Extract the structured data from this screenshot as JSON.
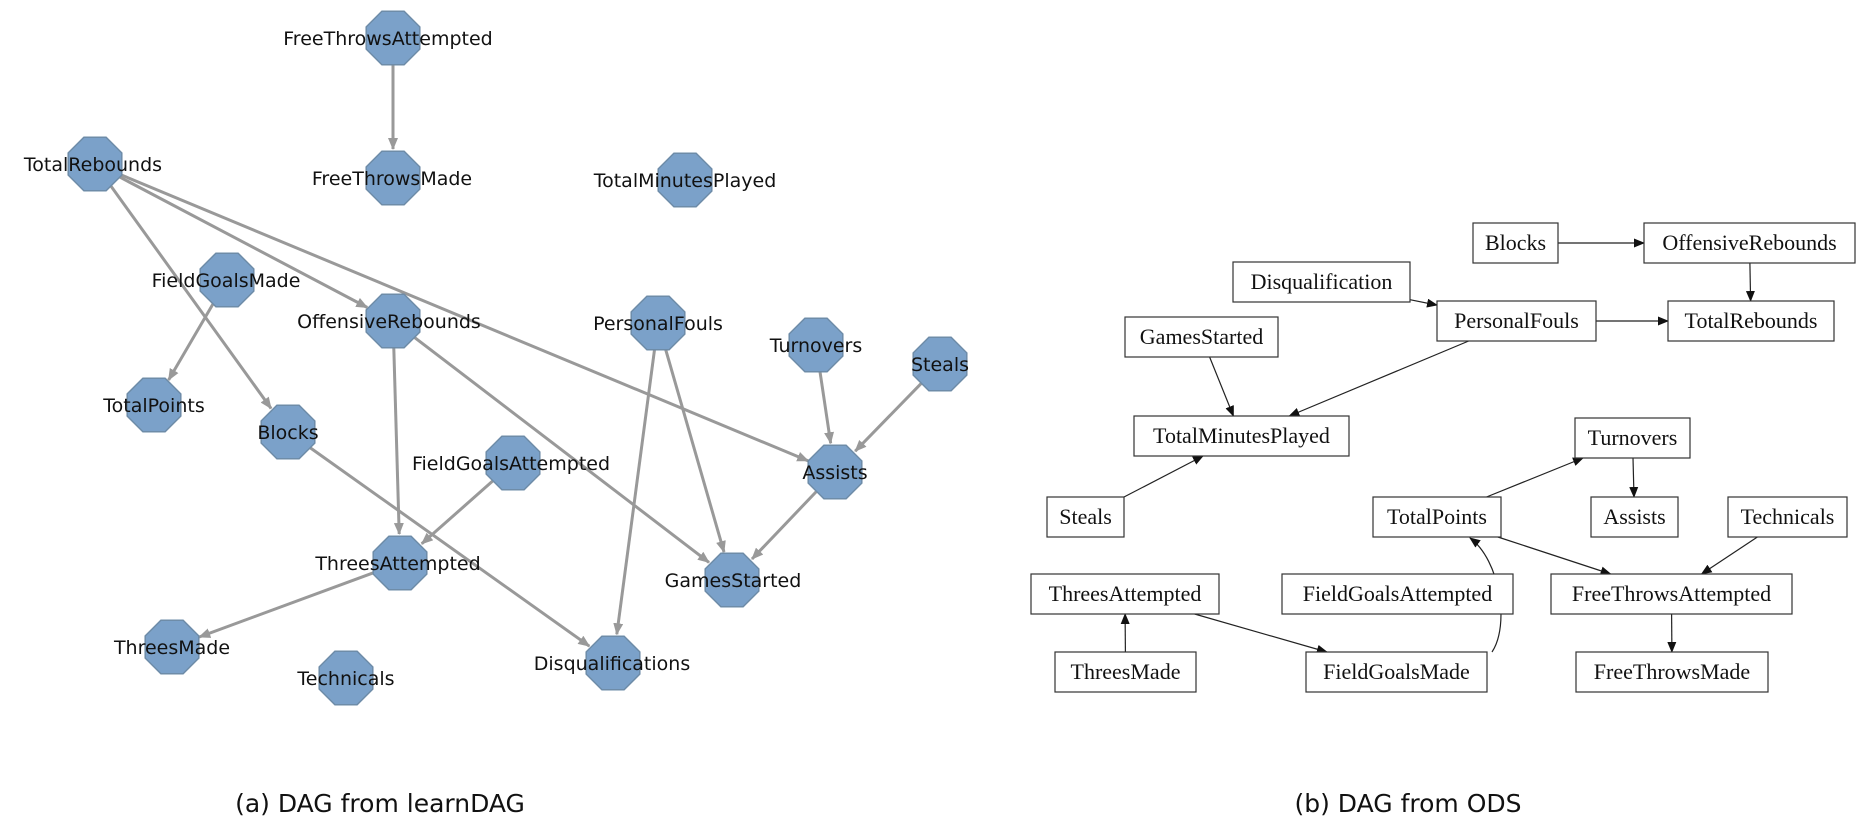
{
  "colors": {
    "node_fill": "#7ba1c9",
    "node_stroke": "#6e8ca8",
    "edge_a": "#999999",
    "edge_b": "#222222",
    "box_stroke": "#333333"
  },
  "icons": {
    "node_a": "octagon",
    "node_b": "rectangle",
    "arrow": "arrowhead"
  },
  "panel_a": {
    "caption": "(a) DAG from learnDAG",
    "nodes": [
      {
        "id": "FreeThrowsAttempted",
        "label": "FreeThrowsAttempted"
      },
      {
        "id": "FreeThrowsMade",
        "label": "FreeThrowsMade"
      },
      {
        "id": "TotalMinutesPlayed",
        "label": "TotalMinutesPlayed"
      },
      {
        "id": "TotalRebounds",
        "label": "TotalRebounds"
      },
      {
        "id": "FieldGoalsMade",
        "label": "FieldGoalsMade"
      },
      {
        "id": "OffensiveRebounds",
        "label": "OffensiveRebounds"
      },
      {
        "id": "PersonalFouls",
        "label": "PersonalFouls"
      },
      {
        "id": "Turnovers",
        "label": "Turnovers"
      },
      {
        "id": "Steals",
        "label": "Steals"
      },
      {
        "id": "TotalPoints",
        "label": "TotalPoints"
      },
      {
        "id": "Blocks",
        "label": "Blocks"
      },
      {
        "id": "FieldGoalsAttempted",
        "label": "FieldGoalsAttempted"
      },
      {
        "id": "Assists",
        "label": "Assists"
      },
      {
        "id": "ThreesAttempted",
        "label": "ThreesAttempted"
      },
      {
        "id": "GamesStarted",
        "label": "GamesStarted"
      },
      {
        "id": "ThreesMade",
        "label": "ThreesMade"
      },
      {
        "id": "Technicals",
        "label": "Technicals"
      },
      {
        "id": "Disqualifications",
        "label": "Disqualifications"
      }
    ],
    "edges": [
      {
        "from": "FreeThrowsAttempted",
        "to": "FreeThrowsMade"
      },
      {
        "from": "TotalRebounds",
        "to": "OffensiveRebounds"
      },
      {
        "from": "TotalRebounds",
        "to": "Blocks"
      },
      {
        "from": "TotalRebounds",
        "to": "Assists"
      },
      {
        "from": "FieldGoalsMade",
        "to": "TotalPoints"
      },
      {
        "from": "OffensiveRebounds",
        "to": "ThreesAttempted"
      },
      {
        "from": "OffensiveRebounds",
        "to": "GamesStarted"
      },
      {
        "from": "PersonalFouls",
        "to": "GamesStarted"
      },
      {
        "from": "PersonalFouls",
        "to": "Disqualifications"
      },
      {
        "from": "Turnovers",
        "to": "Assists"
      },
      {
        "from": "Steals",
        "to": "Assists"
      },
      {
        "from": "Assists",
        "to": "GamesStarted"
      },
      {
        "from": "FieldGoalsAttempted",
        "to": "ThreesAttempted"
      },
      {
        "from": "ThreesAttempted",
        "to": "ThreesMade"
      },
      {
        "from": "Blocks",
        "to": "Disqualifications"
      }
    ]
  },
  "panel_b": {
    "caption": "(b) DAG from ODS",
    "nodes": [
      {
        "id": "Blocks",
        "label": "Blocks"
      },
      {
        "id": "OffensiveRebounds",
        "label": "OffensiveRebounds"
      },
      {
        "id": "Disqualification",
        "label": "Disqualification"
      },
      {
        "id": "PersonalFouls",
        "label": "PersonalFouls"
      },
      {
        "id": "TotalRebounds",
        "label": "TotalRebounds"
      },
      {
        "id": "GamesStarted",
        "label": "GamesStarted"
      },
      {
        "id": "TotalMinutesPlayed",
        "label": "TotalMinutesPlayed"
      },
      {
        "id": "Turnovers",
        "label": "Turnovers"
      },
      {
        "id": "Steals",
        "label": "Steals"
      },
      {
        "id": "TotalPoints",
        "label": "TotalPoints"
      },
      {
        "id": "Assists",
        "label": "Assists"
      },
      {
        "id": "Technicals",
        "label": "Technicals"
      },
      {
        "id": "ThreesAttempted",
        "label": "ThreesAttempted"
      },
      {
        "id": "FieldGoalsAttempted",
        "label": "FieldGoalsAttempted"
      },
      {
        "id": "FreeThrowsAttempted",
        "label": "FreeThrowsAttempted"
      },
      {
        "id": "ThreesMade",
        "label": "ThreesMade"
      },
      {
        "id": "FieldGoalsMade",
        "label": "FieldGoalsMade"
      },
      {
        "id": "FreeThrowsMade",
        "label": "FreeThrowsMade"
      }
    ],
    "edges": [
      {
        "from": "Blocks",
        "to": "OffensiveRebounds"
      },
      {
        "from": "OffensiveRebounds",
        "to": "TotalRebounds"
      },
      {
        "from": "Disqualification",
        "to": "PersonalFouls"
      },
      {
        "from": "PersonalFouls",
        "to": "TotalRebounds"
      },
      {
        "from": "PersonalFouls",
        "to": "TotalMinutesPlayed"
      },
      {
        "from": "GamesStarted",
        "to": "TotalMinutesPlayed"
      },
      {
        "from": "Steals",
        "to": "TotalMinutesPlayed"
      },
      {
        "from": "TotalPoints",
        "to": "Turnovers"
      },
      {
        "from": "Turnovers",
        "to": "Assists"
      },
      {
        "from": "TotalPoints",
        "to": "FreeThrowsAttempted"
      },
      {
        "from": "Technicals",
        "to": "FreeThrowsAttempted"
      },
      {
        "from": "FreeThrowsAttempted",
        "to": "FreeThrowsMade"
      },
      {
        "from": "ThreesMade",
        "to": "ThreesAttempted"
      },
      {
        "from": "ThreesAttempted",
        "to": "FieldGoalsMade"
      },
      {
        "from": "FieldGoalsMade",
        "to": "TotalPoints"
      }
    ]
  }
}
